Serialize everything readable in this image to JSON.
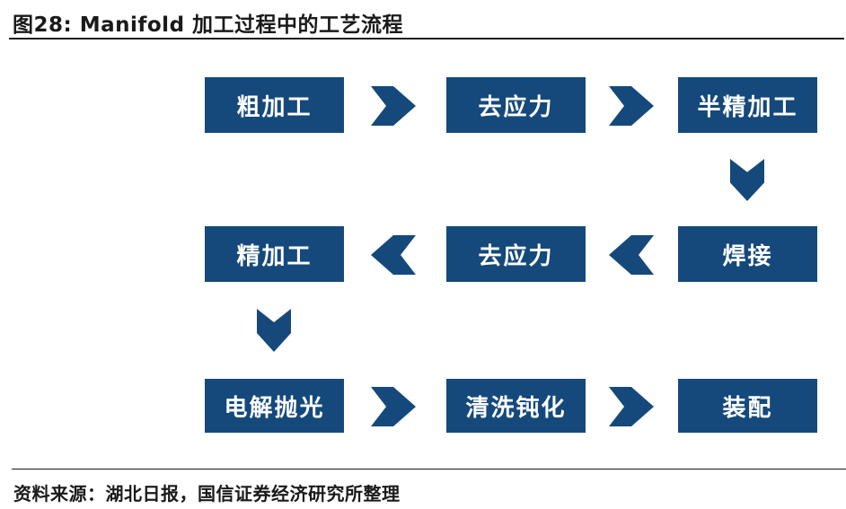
{
  "page": {
    "title": "图28: Manifold 加工过程中的工艺流程",
    "source": "资料来源：湖北日报，国信证券经济研究所整理"
  },
  "colors": {
    "primary": "#15497B",
    "box_text": "#FFFFFF",
    "text": "#1A1A1A"
  },
  "diagram": {
    "type": "flowchart",
    "rows": [
      {
        "direction": "right",
        "steps": [
          "粗加工",
          "去应力",
          "半精加工"
        ]
      },
      {
        "direction": "left",
        "steps": [
          "精加工",
          "去应力",
          "焊接"
        ]
      },
      {
        "direction": "right",
        "steps": [
          "电解抛光",
          "清洗钝化",
          "装配"
        ]
      }
    ],
    "sequence": [
      "粗加工",
      "去应力",
      "半精加工",
      "焊接",
      "去应力",
      "精加工",
      "电解抛光",
      "清洗钝化",
      "装配"
    ],
    "connectors": [
      {
        "from": "粗加工",
        "to": "去应力",
        "shape": "chevron-right"
      },
      {
        "from": "去应力",
        "to": "半精加工",
        "shape": "chevron-right"
      },
      {
        "from": "半精加工",
        "to": "焊接",
        "shape": "chevron-down"
      },
      {
        "from": "焊接",
        "to": "去应力",
        "shape": "chevron-left"
      },
      {
        "from": "去应力",
        "to": "精加工",
        "shape": "chevron-left"
      },
      {
        "from": "精加工",
        "to": "电解抛光",
        "shape": "chevron-down"
      },
      {
        "from": "电解抛光",
        "to": "清洗钝化",
        "shape": "chevron-right"
      },
      {
        "from": "清洗钝化",
        "to": "装配",
        "shape": "chevron-right"
      }
    ]
  }
}
